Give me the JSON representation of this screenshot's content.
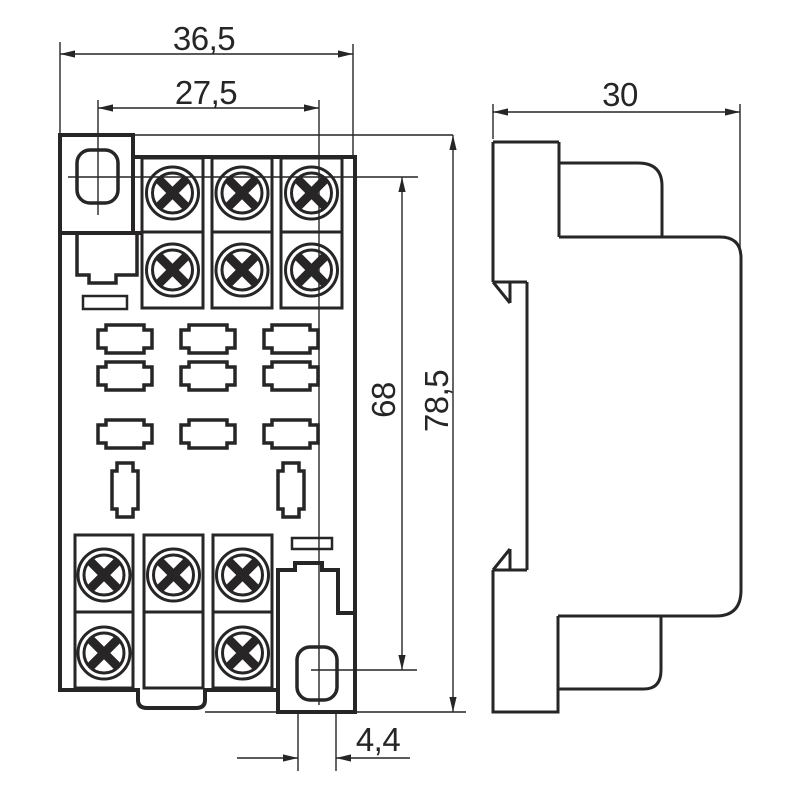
{
  "colors": {
    "ink": "#272526",
    "background": "#ffffff"
  },
  "views": {
    "front": {
      "id": "front-view"
    },
    "side": {
      "id": "side-view"
    }
  },
  "dimensions": {
    "front_overall_width": "36,5",
    "mounting_hole_h_spacing": "27,5",
    "side_depth": "30",
    "mounting_hole_v_spacing": "68",
    "overall_height": "78,5",
    "mounting_hole_width": "4,4"
  }
}
